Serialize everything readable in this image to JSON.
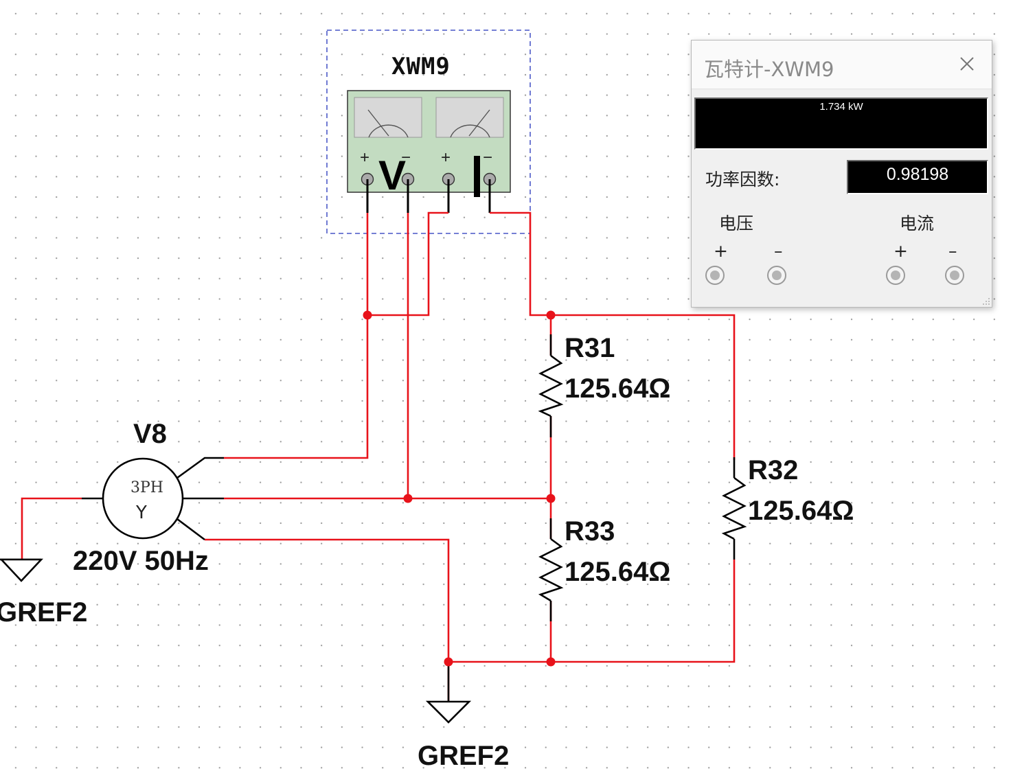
{
  "instrument": {
    "designator": "XWM9",
    "voltage_symbol": "V",
    "current_symbol": "I",
    "plus": "+",
    "minus": "−"
  },
  "source": {
    "designator": "V8",
    "type_label": "3PH",
    "connection_symbol": "Y",
    "rating": "220V 50Hz"
  },
  "resistors": [
    {
      "designator": "R31",
      "value": "125.64Ω"
    },
    {
      "designator": "R32",
      "value": "125.64Ω"
    },
    {
      "designator": "R33",
      "value": "125.64Ω"
    }
  ],
  "grounds": [
    "GREF2",
    "GREF2"
  ],
  "colors": {
    "wire": "#e8121a",
    "junction": "#e8121a",
    "selection": "#2233bb",
    "meter_face": "#c3dcc1"
  },
  "panel": {
    "title": "瓦特计-XWM9",
    "power_reading": "1.734 kW",
    "power_factor_label": "功率因数:",
    "power_factor_value": "0.98198",
    "voltage_label": "电压",
    "current_label": "电流",
    "plus": "+",
    "minus": "–"
  }
}
